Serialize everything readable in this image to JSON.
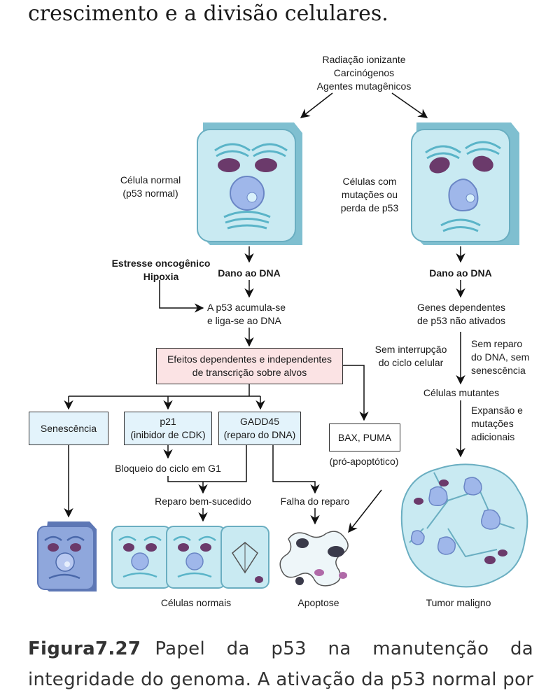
{
  "header_text": "crescimento e a divisão celulares.",
  "triggers": [
    "Radiação ionizante",
    "Carcinógenos",
    "Agentes mutagênicos"
  ],
  "left_branch": {
    "cell_label": [
      "Célula normal",
      "(p53 normal)"
    ],
    "stress": [
      "Estresse oncogênico",
      "Hipoxia"
    ],
    "dna_damage": "Dano ao DNA",
    "p53_accumulates": [
      "A p53 acumula-se",
      "e liga-se ao DNA"
    ],
    "effects_box": [
      "Efeitos dependentes e independentes",
      "de transcrição sobre alvos"
    ],
    "senescence": "Senescência",
    "p21": [
      "p21",
      "(inibidor de CDK)"
    ],
    "gadd45": [
      "GADD45",
      "(reparo do DNA)"
    ],
    "bax_puma": "BAX, PUMA",
    "pro_apoptotic": "(pró-apoptótico)",
    "g1_block": "Bloqueio do ciclo em G1",
    "repair_success": "Reparo bem-sucedido",
    "repair_failure": "Falha do reparo",
    "normal_cells": "Células normais",
    "apoptosis": "Apoptose"
  },
  "right_branch": {
    "cell_label": [
      "Células com",
      "mutações ou",
      "perda de p53"
    ],
    "dna_damage": "Dano ao DNA",
    "genes_not_activated": [
      "Genes dependentes",
      "de p53 não ativados"
    ],
    "no_cycle_arrest": [
      "Sem interrupção",
      "do ciclo celular"
    ],
    "no_repair": [
      "Sem reparo",
      "do DNA, sem",
      "senescência"
    ],
    "mutant_cells": "Células mutantes",
    "expansion": [
      "Expansão e",
      "mutações",
      "adicionais"
    ],
    "tumor": "Tumor maligno"
  },
  "caption": {
    "figure_label": "Figura",
    "figure_number": "7.27",
    "line1_rest": "Papel da p53 na manutenção da",
    "line2": "integridade do genoma. A ativação da p53 normal por"
  },
  "colors": {
    "cell_fill": "#c9eaf2",
    "cell_edge": "#7fbfd0",
    "organelle": "#5ab4c8",
    "mitochondria": "#6b3a6b",
    "nucleus": "#9fb7ea",
    "box_blue": "#e3f3fb",
    "box_pink": "#fbe3e4",
    "senescent_cell": "#8fa7dc"
  }
}
